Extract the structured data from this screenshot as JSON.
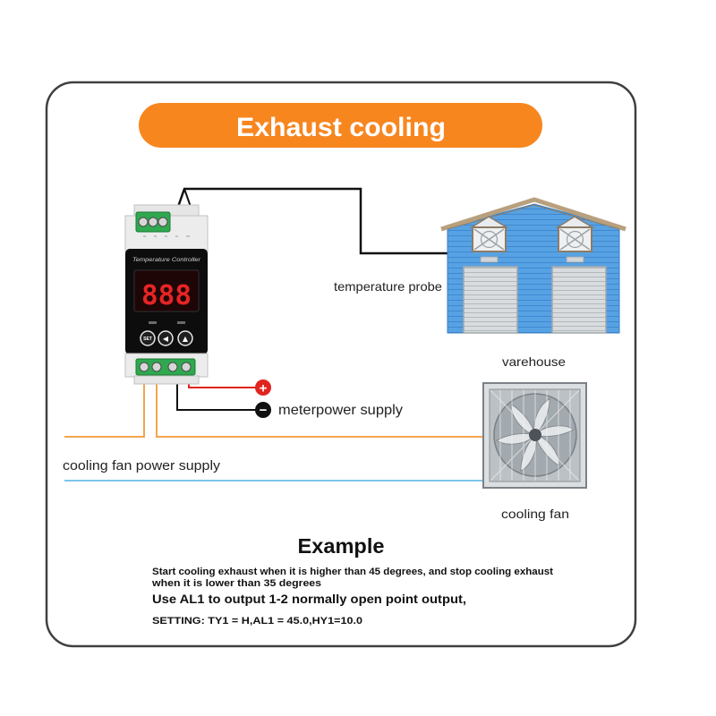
{
  "title": "Exhaust cooling",
  "colors": {
    "accent": "#F7861F",
    "frame": "#404040",
    "probe_wire": "#111111",
    "positive_wire": "#E0251F",
    "negative_wire": "#111111",
    "fan_line_wire": "#F3A54E",
    "fan_neutral_wire": "#7CC6EA",
    "terminal_green": "#2FA84F",
    "display_digits": "#E82424",
    "warehouse_wall": "#4F9BE0"
  },
  "controller": {
    "name": "Temperature Controller",
    "display": "888",
    "buttons": [
      {
        "label": "SET",
        "icon": "set-icon"
      },
      {
        "label": "◀",
        "icon": "left-arrow-icon"
      },
      {
        "label": "▲",
        "icon": "up-arrow-icon"
      }
    ]
  },
  "labels": {
    "temperature_probe": "temperature probe",
    "warehouse": "varehouse",
    "meter_power_supply": "meterpower supply",
    "fan_power_supply": "cooling fan power supply",
    "cooling_fan": "cooling fan"
  },
  "power_terminals": {
    "positive": "+",
    "negative": "−"
  },
  "example": {
    "heading": "Example",
    "description": [
      "Start cooling exhaust when it is higher than 45 degrees, and stop cooling exhaust",
      "when it is lower than 35 degrees"
    ],
    "output_rule": "Use AL1 to output 1-2 normally open point output,",
    "setting": "SETTING: TY1 = H,AL1 = 45.0,HY1=10.0"
  }
}
